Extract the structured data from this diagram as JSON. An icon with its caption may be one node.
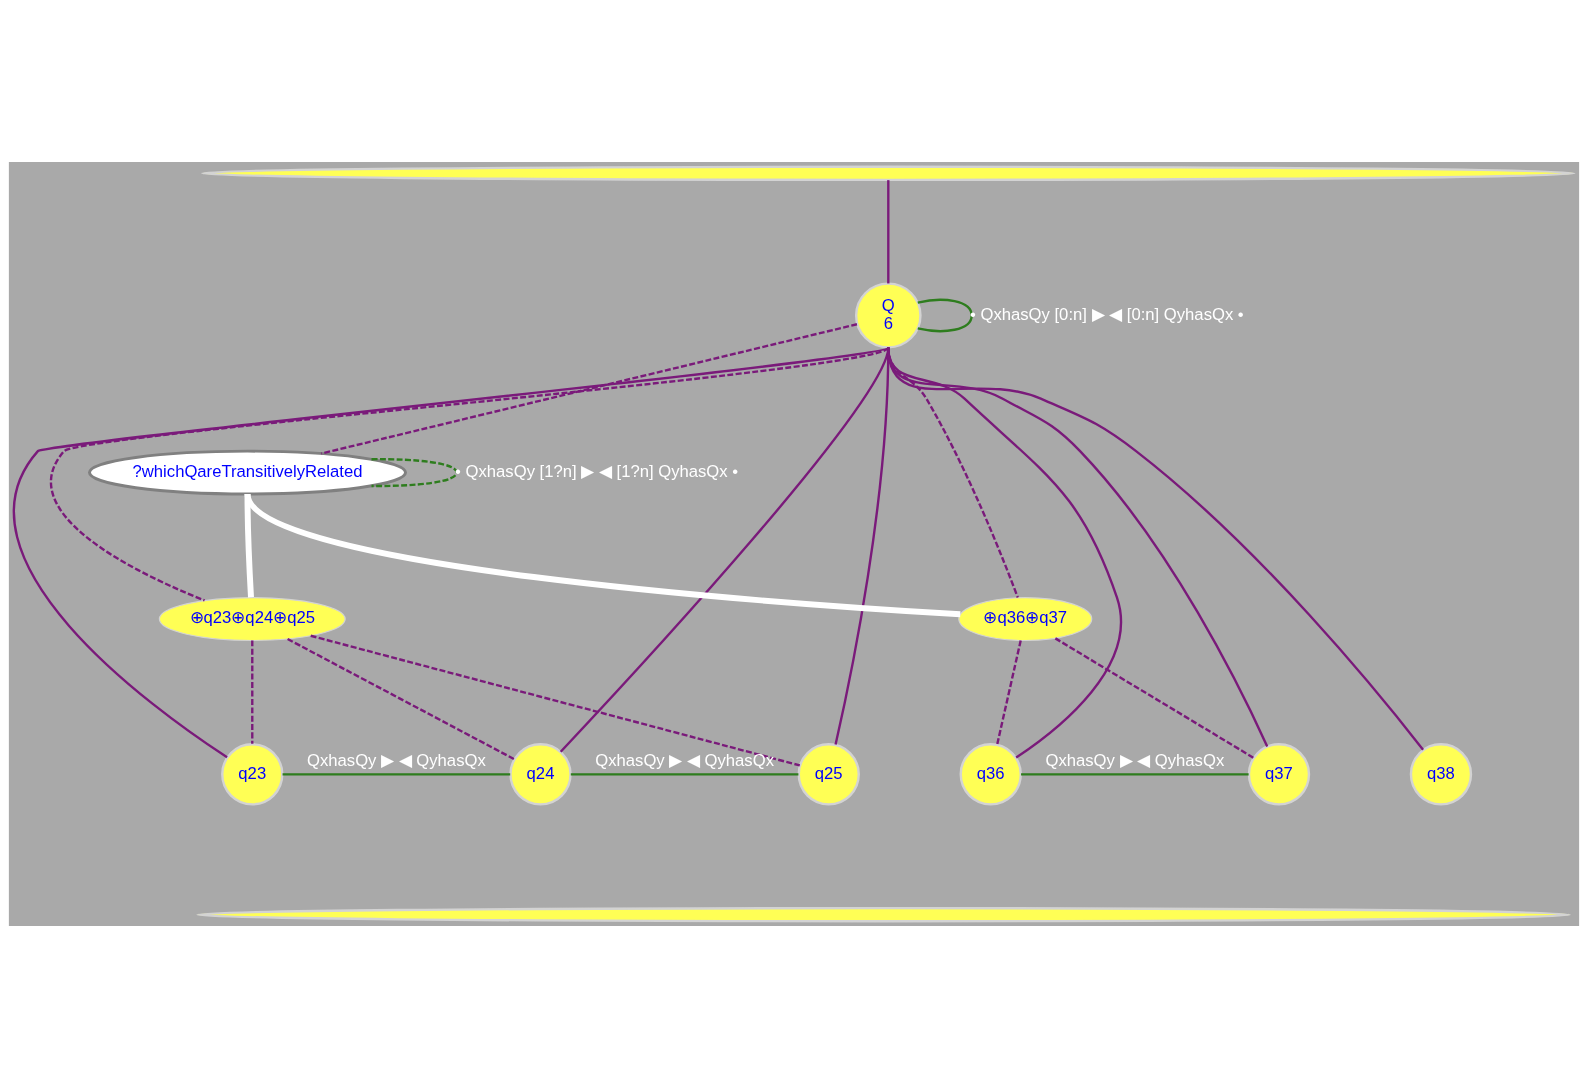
{
  "diagram": {
    "nodes": [
      {
        "text": [],
        "shape": "ellipse"
      },
      {
        "text": [
          "Q",
          "6"
        ]
      },
      {
        "text": [
          "?whichQareTransitivelyRelated"
        ]
      },
      {
        "text": [
          "⊕q23⊕q24⊕q25"
        ]
      },
      {
        "text": [
          "⊕q36⊕q37"
        ]
      },
      {
        "text": [
          "q23"
        ]
      },
      {
        "text": [
          "q24"
        ]
      },
      {
        "text": [
          "q25"
        ]
      },
      {
        "text": [
          "q36"
        ]
      },
      {
        "text": [
          "q37"
        ]
      },
      {
        "text": [
          "q38"
        ]
      },
      {
        "text": [],
        "shape": "ellipse"
      }
    ],
    "edges": [
      {
        "from": 0,
        "to": 1,
        "arrow": "none"
      },
      {
        "from": 1,
        "to": 1,
        "arrow": "none",
        "label": "• QxhasQy [0:n] ▶ ◀ [0:n] QyhasQx •",
        "color": "#2e7d1e"
      },
      {
        "from": 1,
        "to": 2,
        "arrow": "none",
        "style": "dashed"
      },
      {
        "from": 1,
        "to": 3,
        "arrow": "none",
        "style": "dashed"
      },
      {
        "from": 1,
        "to": 4,
        "arrow": "none",
        "style": "dashed"
      },
      {
        "from": 1,
        "to": 5,
        "arrow": "none"
      },
      {
        "from": 1,
        "to": 6,
        "arrow": "none"
      },
      {
        "from": 1,
        "to": 7,
        "arrow": "none"
      },
      {
        "from": 1,
        "to": 8,
        "arrow": "none"
      },
      {
        "from": 1,
        "to": 9,
        "arrow": "none"
      },
      {
        "from": 1,
        "to": 10,
        "arrow": "none"
      },
      {
        "from": 2,
        "to": 2,
        "arrow": "none",
        "style": "dashed",
        "label": "• QxhasQy [1?n] ▶ ◀ [1?n] QyhasQx •",
        "color": "#2e7d1e"
      },
      {
        "from": 2,
        "to": 3,
        "arrow": "none",
        "style": "thick",
        "color": "#ffffff"
      },
      {
        "from": 2,
        "to": 4,
        "arrow": "none",
        "style": "thick",
        "color": "#ffffff"
      },
      {
        "from": 3,
        "to": 5,
        "arrow": "none",
        "style": "dashed"
      },
      {
        "from": 3,
        "to": 6,
        "arrow": "none",
        "style": "dashed"
      },
      {
        "from": 3,
        "to": 7,
        "arrow": "none",
        "style": "dashed"
      },
      {
        "from": 4,
        "to": 8,
        "arrow": "none",
        "style": "dashed"
      },
      {
        "from": 4,
        "to": 9,
        "arrow": "none",
        "style": "dashed"
      },
      {
        "from": 5,
        "to": 6,
        "arrow": "none",
        "label": "QxhasQy ▶ ◀ QyhasQx",
        "color": "#2e7d1e"
      },
      {
        "from": 6,
        "to": 7,
        "arrow": "none",
        "label": "QxhasQy ▶ ◀ QyhasQx",
        "color": "#2e7d1e"
      },
      {
        "from": 8,
        "to": 9,
        "arrow": "none",
        "label": "QxhasQy ▶ ◀ QyhasQx",
        "color": "#2e7d1e"
      }
    ]
  }
}
